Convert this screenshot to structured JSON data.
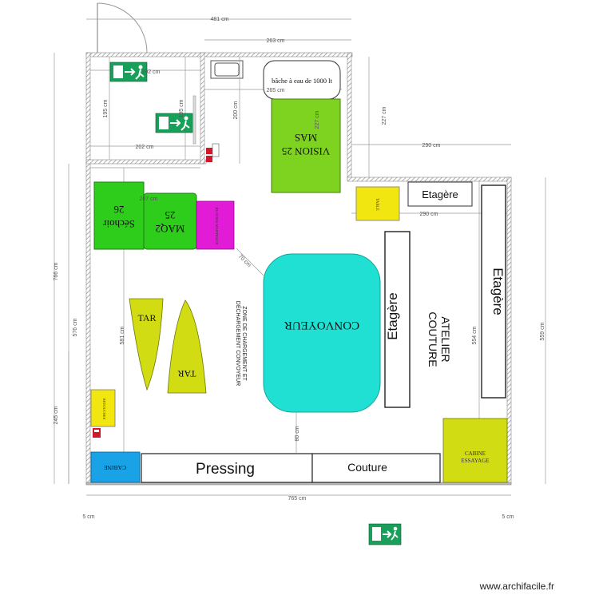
{
  "plan": {
    "dimensions": {
      "d481": "481 cm",
      "d263": "263 cm",
      "d265": "265 cm",
      "d202a": "202 cm",
      "d202b": "202 cm",
      "d195a": "195 cm",
      "d195b": "195 cm",
      "d200": "200 cm",
      "d227a": "227 cm",
      "d227b": "227 cm",
      "d290a": "290 cm",
      "d290b": "290 cm",
      "d207": "207 cm",
      "d766": "766 cm",
      "d576": "576 cm",
      "d581": "581 cm",
      "d245": "245 cm",
      "d554": "554 cm",
      "d559": "559 cm",
      "d70": "70 cm",
      "d80": "80 cm",
      "d765": "765 cm",
      "d5left": "5 cm",
      "d5right": "5 cm"
    },
    "labels": {
      "bache": "bâche à eau de 1000 lt",
      "vision1": "VISION 25",
      "vision2": "MAS",
      "sechoir1": "Séchoir",
      "sechoir2": "26",
      "maq1": "MAQ2",
      "maq2": "25",
      "magenta_small": "BLOUSES MANTEAUX",
      "etagere_top": "Etagère",
      "etagere_mid": "Etagère",
      "etagere_right": "Etagère",
      "convoyeur": "CONVOYEUR",
      "zone1": "ZONE DE CHARGEMENT ET",
      "zone2": "DÉCHARGEMENT CONVOYEUR",
      "tar1": "TAR",
      "tar2": "TAR",
      "atelier1": "ATELIER",
      "atelier2": "COUTURE",
      "pressing": "Pressing",
      "couture": "Couture",
      "cabine": "CABINE",
      "cabine_essayage1": "CABINE",
      "cabine_essayage2": "ESSAYAGE",
      "small_yellow_left": "RETOUCHES",
      "small_yellow_top": "TABLE"
    }
  },
  "colors": {
    "green": "#7ed321",
    "dark_green": "#2ecc1b",
    "yellow_green": "#d2dc12",
    "yellow": "#f2e611",
    "magenta": "#e21bd6",
    "cyan": "#1fe0d2",
    "blue": "#1aa2e6",
    "exit_green": "#18a05a",
    "wall": "#8c8c8c"
  },
  "footer": {
    "watermark": "www.archifacile.fr"
  }
}
